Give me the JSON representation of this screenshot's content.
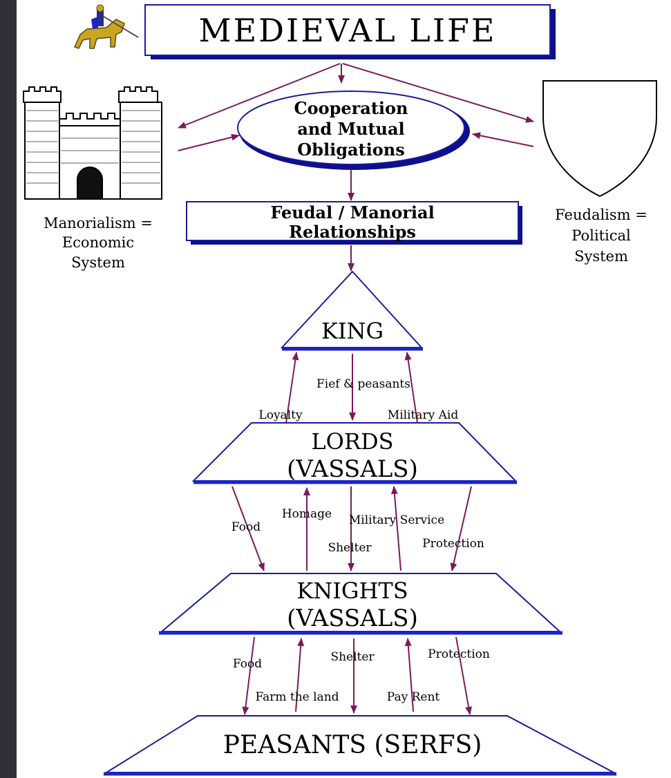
{
  "title": "MEDIEVAL LIFE",
  "center_ellipse": [
    "Cooperation",
    "and Mutual",
    "Obligations"
  ],
  "relationships_box": [
    "Feudal / Manorial",
    "Relationships"
  ],
  "left_caption": [
    "Manorialism =",
    "Economic",
    "System"
  ],
  "right_caption": [
    "Feudalism =",
    "Political",
    "System"
  ],
  "levels": {
    "king": "KING",
    "lords": [
      "LORDS",
      "(VASSALS)"
    ],
    "knights": [
      "KNIGHTS",
      "(VASSALS)"
    ],
    "peasants": "PEASANTS (SERFS)"
  },
  "king_lords": {
    "down": "Fief & peasants",
    "up_left": "Loyalty",
    "up_right": "Military Aid"
  },
  "lords_knights": {
    "food": "Food",
    "homage": "Homage",
    "military_service": "Military Service",
    "shelter": "Shelter",
    "protection": "Protection"
  },
  "knights_peasants": {
    "food": "Food",
    "farm": "Farm the land",
    "shelter": "Shelter",
    "pay_rent": "Pay Rent",
    "protection": "Protection"
  },
  "colors": {
    "arrow": "#7a1a5a",
    "blue": "#1c24c8",
    "dark_blue": "#0d0f8c",
    "outline": "#1a1a9a"
  }
}
